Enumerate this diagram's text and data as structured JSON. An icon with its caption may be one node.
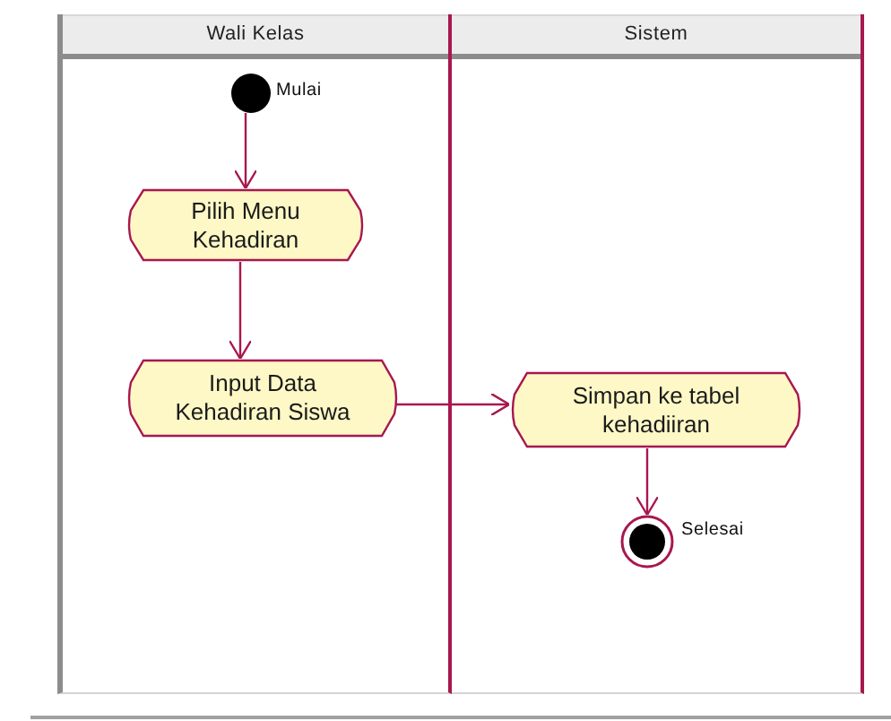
{
  "diagram": {
    "nodes": [
      {
        "text": [
          "Wali Kelas"
        ]
      },
      {
        "text": [],
        "shape": "circle",
        "beside": [
          "Mulai"
        ],
        "in": 0
      },
      {
        "text": [
          "Pilih Menu Kehadiran"
        ],
        "in": 0
      },
      {
        "text": [
          "Input Data Kehadiran Siswa"
        ],
        "in": 0
      },
      {
        "text": [
          "Sistem"
        ]
      },
      {
        "text": [
          "Simpan ke tabel kehadiiran"
        ],
        "in": 4
      },
      {
        "text": [],
        "shape": "bullseye",
        "beside": [
          "Selesai"
        ],
        "in": 4
      }
    ],
    "edges": [
      {
        "from": 1,
        "to": 2,
        "arrow": "to"
      },
      {
        "from": 2,
        "to": 3,
        "arrow": "to"
      },
      {
        "from": 3,
        "to": 5,
        "arrow": "to"
      },
      {
        "from": 5,
        "to": 6,
        "arrow": "to"
      }
    ]
  }
}
